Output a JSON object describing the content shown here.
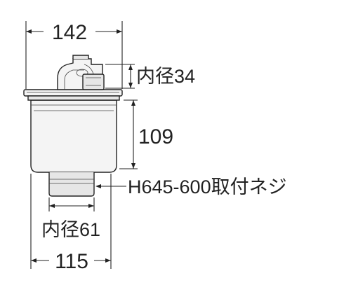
{
  "dimensions": {
    "top_width": "142",
    "outlet_inner_diameter": "内径34",
    "body_height": "109",
    "thread_spec": "H645-600取付ネジ",
    "bottom_inner_diameter": "内径61",
    "bottom_width": "115"
  }
}
